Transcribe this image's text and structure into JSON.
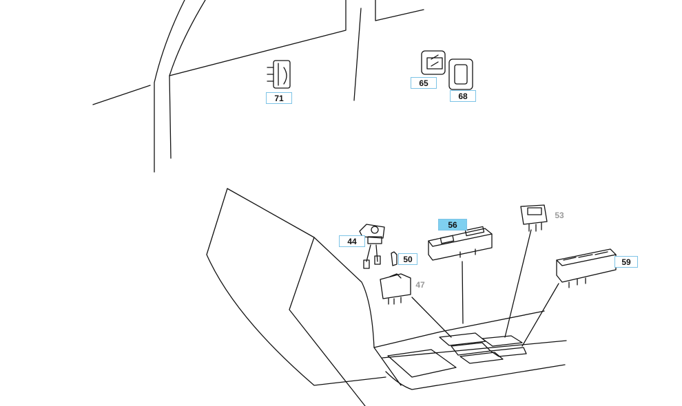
{
  "callouts": {
    "p71": "71",
    "p65": "65",
    "p68": "68",
    "p56": "56",
    "p53": "53",
    "p44": "44",
    "p50": "50",
    "p47": "47",
    "p59": "59"
  },
  "colors": {
    "callout_border": "#7cc3e6",
    "callout_selected": "#7fd0f0",
    "muted_label": "#9a9a9a",
    "line": "#111111"
  }
}
